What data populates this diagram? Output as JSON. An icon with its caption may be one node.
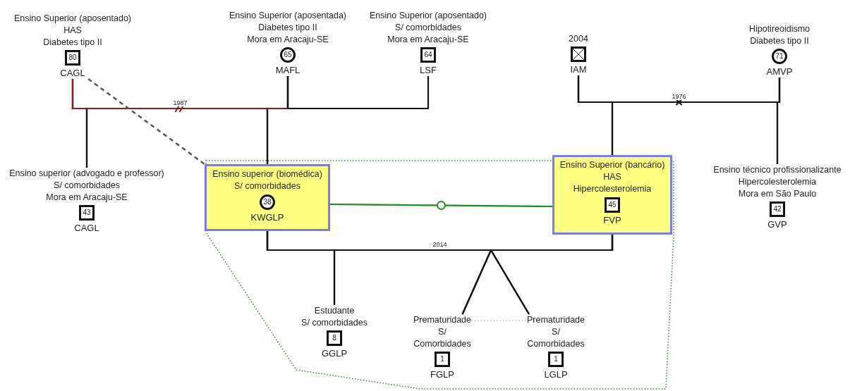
{
  "diagram": {
    "nodes": [
      {
        "text": [
          "80"
        ],
        "beside": [
          "Ensino Superior (aposentado)",
          "HAS",
          "Diabetes tipo II",
          "CAGL"
        ]
      },
      {
        "text": [
          "65"
        ],
        "beside": [
          "Ensino Superior (aposentada)",
          "Diabetes tipo II",
          "Mora em Aracaju-SE",
          "MAFL"
        ]
      },
      {
        "text": [
          "64"
        ],
        "beside": [
          "Ensino Superior (aposentado)",
          "S/ comorbidades",
          "Mora em Aracaju-SE",
          "LSF"
        ]
      },
      {
        "text": [],
        "shape": "box",
        "beside": [
          "2004",
          "IAM"
        ]
      },
      {
        "text": [
          "71"
        ],
        "beside": [
          "Hipotireoidismo",
          "Diabetes tipo II",
          "AMVP"
        ]
      },
      {
        "text": [
          "43"
        ],
        "beside": [
          "Ensino superior (advogado e professor)",
          "S/ comorbidades",
          "Mora em Aracaju-SE",
          "CAGL"
        ]
      },
      {
        "text": [
          "Ensino superior (biomédica)",
          "S/ comorbidades",
          "KWGLP"
        ]
      },
      {
        "text": [
          "38"
        ],
        "in": 6
      },
      {
        "text": [
          "Ensino Superior (bancário)",
          "HAS",
          "Hipercolesterolemia",
          "FVP"
        ]
      },
      {
        "text": [
          "45"
        ],
        "in": 8
      },
      {
        "text": [
          "42"
        ],
        "beside": [
          "Ensino técnico profissionalizante",
          "Hipercolesterolemia",
          "Mora em São Paulo",
          "GVP"
        ]
      },
      {
        "text": [
          "8"
        ],
        "beside": [
          "Estudante",
          "S/ comorbidades",
          "GGLP"
        ]
      },
      {
        "text": [
          "1"
        ],
        "beside": [
          "Prematuridade",
          "S/",
          "Comorbidades",
          "FGLP"
        ]
      },
      {
        "text": [
          "1"
        ],
        "beside": [
          "Prematuridade",
          "S/",
          "Comorbidades",
          "LGLP"
        ]
      }
    ],
    "edges": [
      {
        "from": 0,
        "to": 1,
        "arrow": "none",
        "label": "1987",
        "color": "#8b1a1a"
      },
      {
        "from": 1,
        "to": 2,
        "arrow": "none"
      },
      {
        "from": 3,
        "to": 4,
        "arrow": "none",
        "label": "1976"
      },
      {
        "from": 0,
        "to": 5,
        "arrow": "none"
      },
      {
        "from": 1,
        "to": 5,
        "arrow": "none"
      },
      {
        "from": 0,
        "to": 6,
        "arrow": "none"
      },
      {
        "from": 1,
        "to": 6,
        "arrow": "none"
      },
      {
        "from": 3,
        "to": 8,
        "arrow": "none"
      },
      {
        "from": 4,
        "to": 8,
        "arrow": "none"
      },
      {
        "from": 3,
        "to": 10,
        "arrow": "none"
      },
      {
        "from": 4,
        "to": 10,
        "arrow": "none"
      },
      {
        "from": 0,
        "to": 6,
        "arrow": "none",
        "style": "dashed",
        "color": "#555555"
      },
      {
        "from": 6,
        "to": 8,
        "arrow": "none",
        "color": "#1e8c1e"
      },
      {
        "from": 6,
        "to": 8,
        "arrow": "none",
        "label": "2014"
      },
      {
        "from": 6,
        "to": 11,
        "arrow": "none"
      },
      {
        "from": 8,
        "to": 11,
        "arrow": "none"
      },
      {
        "from": 6,
        "to": 12,
        "arrow": "none"
      },
      {
        "from": 8,
        "to": 12,
        "arrow": "none"
      },
      {
        "from": 6,
        "to": 13,
        "arrow": "none"
      },
      {
        "from": 8,
        "to": 13,
        "arrow": "none"
      },
      {
        "from": 12,
        "to": 13,
        "arrow": "none",
        "style": "dashed",
        "color": "#999999"
      }
    ]
  }
}
